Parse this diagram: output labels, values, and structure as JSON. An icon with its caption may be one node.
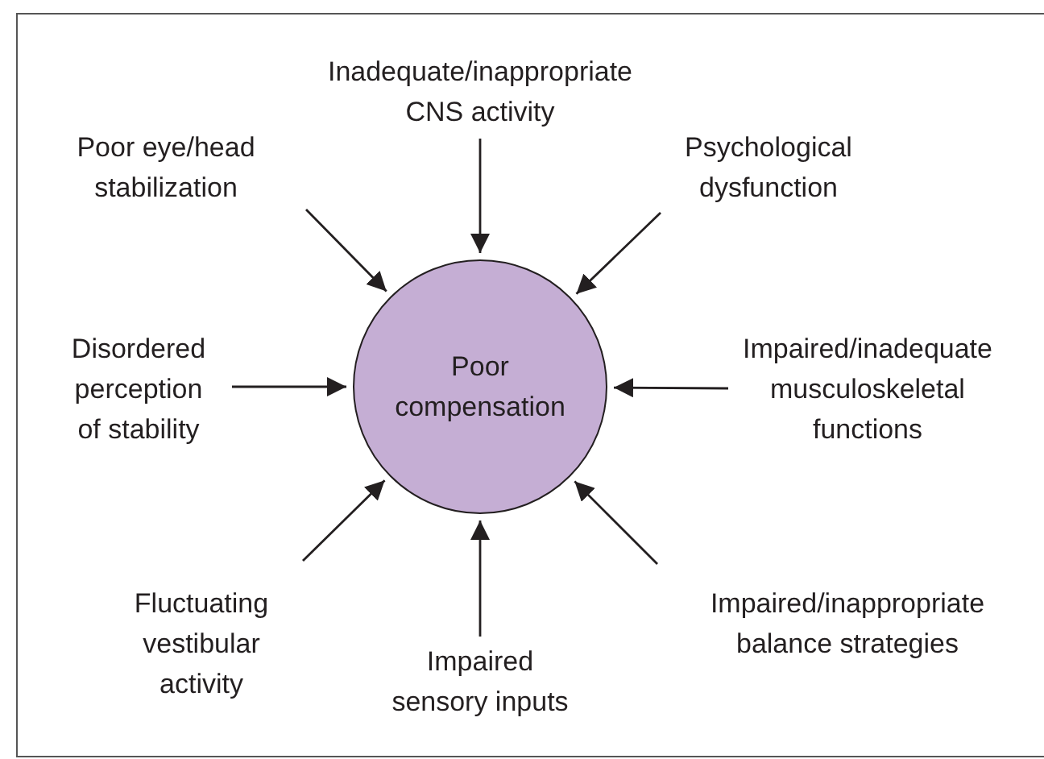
{
  "diagram": {
    "nodes": [
      {
        "text": [
          "Poor compensation"
        ]
      },
      {
        "text": [
          "Inadequate/inappropriate CNS activity"
        ]
      },
      {
        "text": [
          "Poor eye/head stabilization"
        ]
      },
      {
        "text": [
          "Psychological dysfunction"
        ]
      },
      {
        "text": [
          "Disordered perception of stability"
        ]
      },
      {
        "text": [
          "Impaired/inadequate musculoskeletal functions"
        ]
      },
      {
        "text": [
          "Fluctuating vestibular activity"
        ]
      },
      {
        "text": [
          "Impaired sensory inputs"
        ]
      },
      {
        "text": [
          "Impaired/inappropriate balance strategies"
        ]
      }
    ],
    "edges": [
      {
        "from": 1,
        "to": 0,
        "arrow": "to"
      },
      {
        "from": 2,
        "to": 0,
        "arrow": "to"
      },
      {
        "from": 3,
        "to": 0,
        "arrow": "to"
      },
      {
        "from": 4,
        "to": 0,
        "arrow": "to"
      },
      {
        "from": 5,
        "to": 0,
        "arrow": "to"
      },
      {
        "from": 6,
        "to": 0,
        "arrow": "to"
      },
      {
        "from": 7,
        "to": 0,
        "arrow": "to"
      },
      {
        "from": 8,
        "to": 0,
        "arrow": "to"
      }
    ]
  }
}
